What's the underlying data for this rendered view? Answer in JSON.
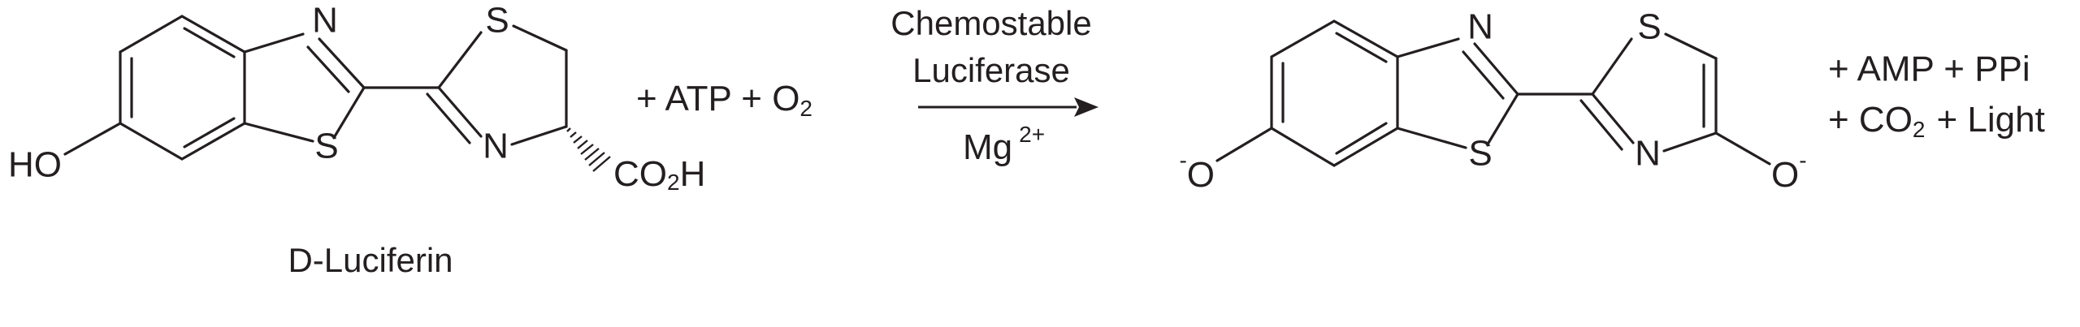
{
  "reactant": {
    "name": "D-Luciferin",
    "atoms": {
      "n_thiazole": "N",
      "s_thiazole": "S",
      "s_thiazoline": "S",
      "n_thiazoline": "N",
      "hydroxyl": "HO",
      "carboxyl_co": "CO",
      "carboxyl_sub": "2",
      "carboxyl_h": "H"
    }
  },
  "co_reactants": {
    "plus_1": "+",
    "atp": "ATP",
    "plus_2": "+",
    "oxygen": "O",
    "oxygen_sub": "2"
  },
  "arrow": {
    "label_line_1": "Chemostable",
    "label_line_2": "Luciferase",
    "cofactor": "Mg",
    "cofactor_charge": "2+"
  },
  "product": {
    "atoms": {
      "n_thiazole": "N",
      "s_thiazole": "S",
      "s_thiazole2": "S",
      "n_thiazole2": "N",
      "oxide_left_charge": "-",
      "oxide_left": "O",
      "oxide_right": "O",
      "oxide_right_charge": "-"
    }
  },
  "by_products": {
    "line_1": "+ AMP + PPi",
    "line_2_prefix": "+ CO",
    "line_2_sub": "2",
    "line_2_suffix": "+ Light"
  }
}
